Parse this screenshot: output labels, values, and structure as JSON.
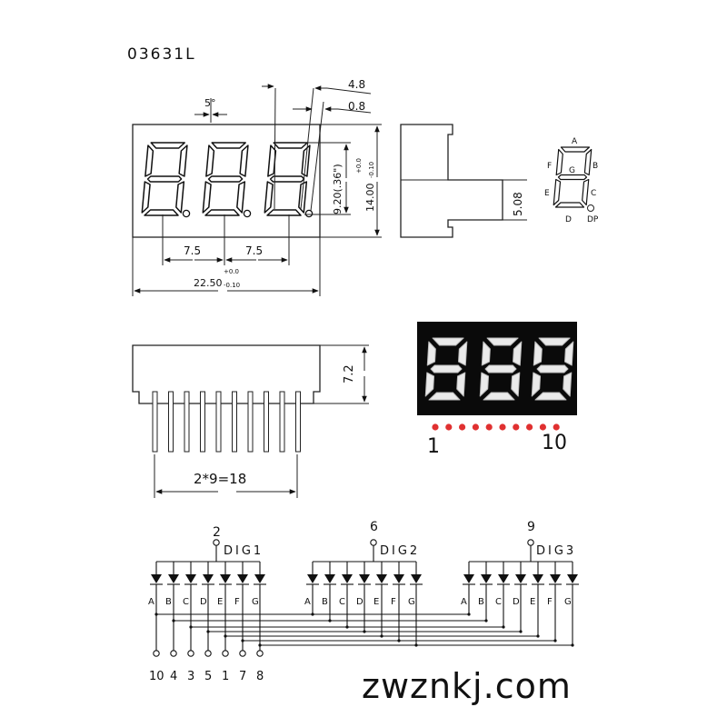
{
  "part_number": "03631L",
  "front_view": {
    "tilt_angle": "5°",
    "dim_top_1": "4.8",
    "dim_top_2": "0.8",
    "digit_height": "9.20(.36\")",
    "height": "14.00",
    "height_tol_plus": "+0.0",
    "height_tol_minus": "-0.10",
    "pitch_1": "7.5",
    "pitch_2": "7.5",
    "width": "22.50",
    "width_tol_plus": "+0.0",
    "width_tol_minus": "-0.10"
  },
  "side_view": {
    "depth": "5.08"
  },
  "segment_map": {
    "labels": {
      "a": "A",
      "b": "B",
      "c": "C",
      "d": "D",
      "e": "E",
      "f": "F",
      "g": "G",
      "dp": "DP"
    }
  },
  "bottom_view": {
    "body_height": "7.2",
    "pin_span": "2*9=18"
  },
  "photo": {
    "first_pin": "1",
    "last_pin": "10",
    "pin_color": "#e03030"
  },
  "schematic": {
    "digits": [
      {
        "pin": "2",
        "label": "DIG1"
      },
      {
        "pin": "6",
        "label": "DIG2"
      },
      {
        "pin": "9",
        "label": "DIG3"
      }
    ],
    "segments": [
      "A",
      "B",
      "C",
      "D",
      "E",
      "F",
      "G"
    ],
    "segment_pins": [
      "10",
      "4",
      "3",
      "5",
      "1",
      "7",
      "8"
    ]
  },
  "watermark": "zwznkj.com"
}
